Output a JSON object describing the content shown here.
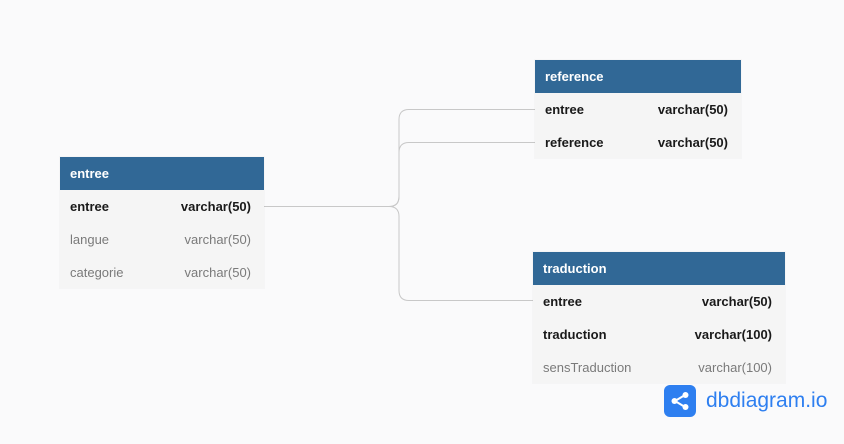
{
  "tables": {
    "entree": {
      "name": "entree",
      "columns": [
        {
          "name": "entree",
          "type": "varchar(50)"
        },
        {
          "name": "langue",
          "type": "varchar(50)"
        },
        {
          "name": "categorie",
          "type": "varchar(50)"
        }
      ]
    },
    "reference": {
      "name": "reference",
      "columns": [
        {
          "name": "entree",
          "type": "varchar(50)"
        },
        {
          "name": "reference",
          "type": "varchar(50)"
        }
      ]
    },
    "traduction": {
      "name": "traduction",
      "columns": [
        {
          "name": "entree",
          "type": "varchar(50)"
        },
        {
          "name": "traduction",
          "type": "varchar(100)"
        },
        {
          "name": "sensTraduction",
          "type": "varchar(100)"
        }
      ]
    }
  },
  "brand": {
    "logo_text": "dbdiagram.io",
    "logo_icon": "share-nodes-icon"
  },
  "colors": {
    "header": "#316896",
    "brand": "#2e7ff0",
    "connector": "#c8c8c8"
  }
}
